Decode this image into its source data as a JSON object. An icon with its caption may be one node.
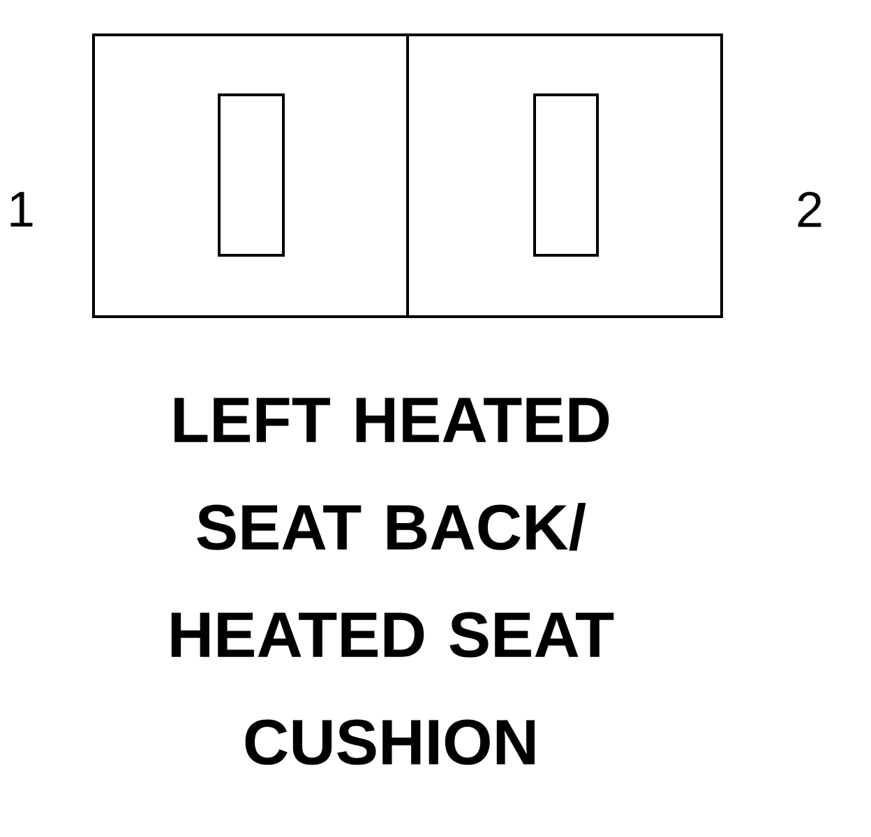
{
  "diagram": {
    "caption": "LEFT HEATED SEAT BACK/ HEATED SEAT CUSHION",
    "labels": [
      "1",
      "2"
    ]
  }
}
